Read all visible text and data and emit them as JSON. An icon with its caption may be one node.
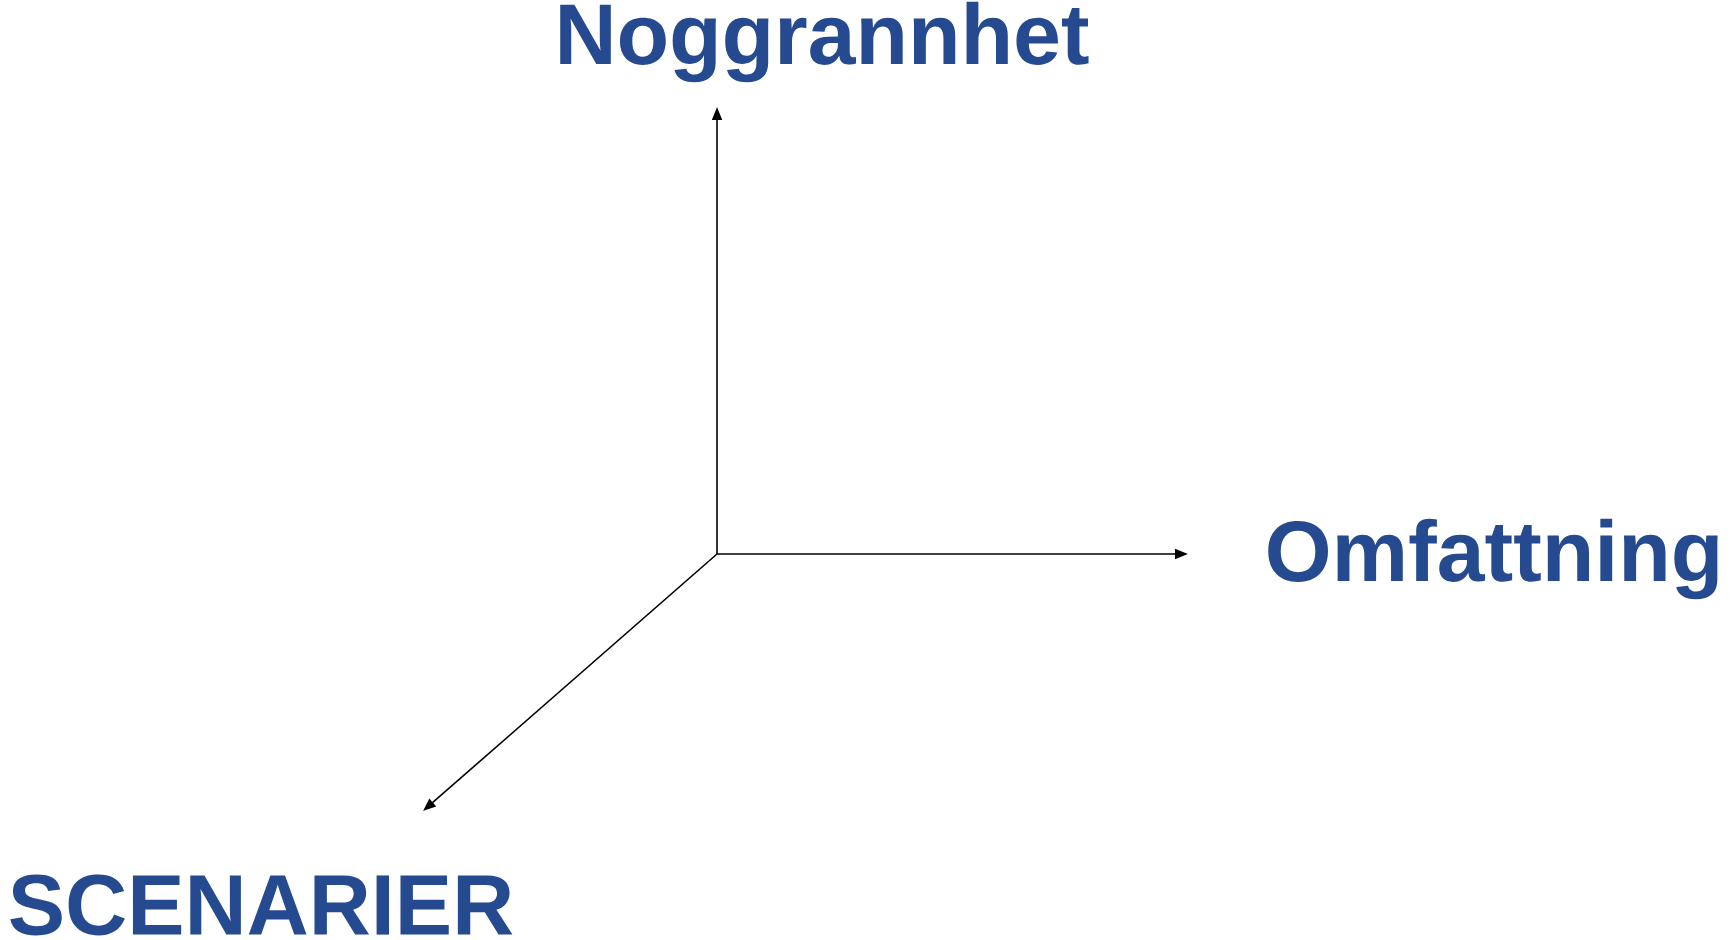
{
  "diagram": {
    "labels": [
      "Noggrannhet",
      "Omfattning",
      "SCENARIER"
    ]
  }
}
